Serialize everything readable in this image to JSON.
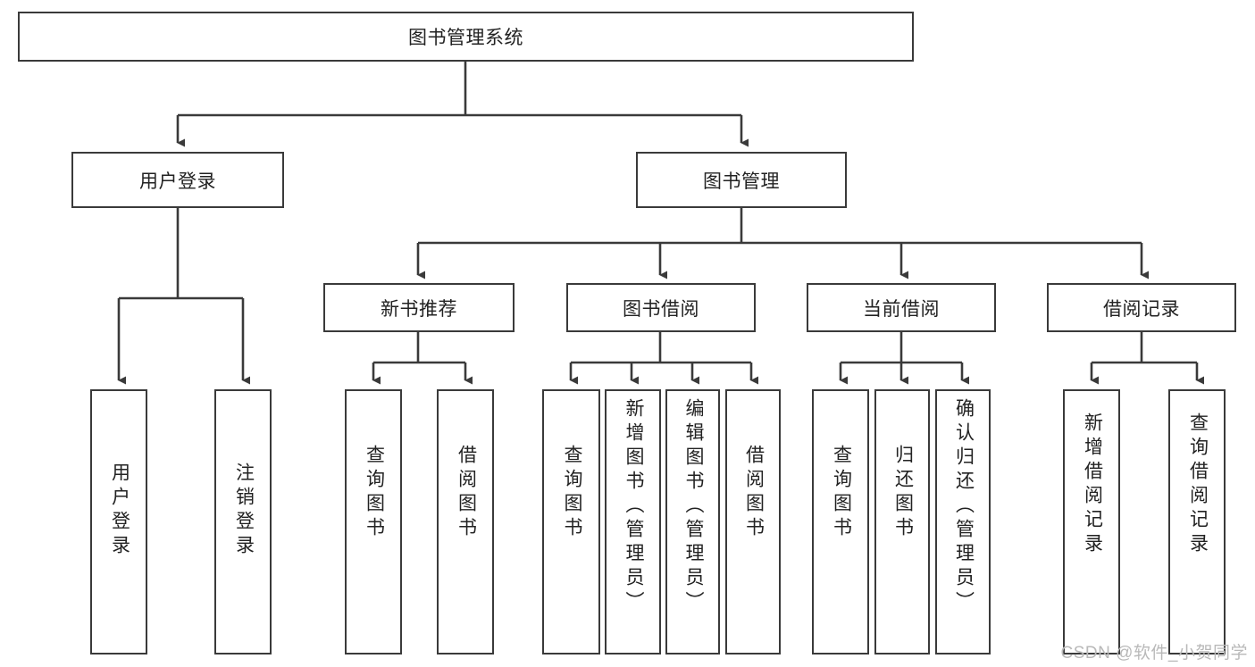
{
  "diagram": {
    "title": "图书管理系统",
    "root": {
      "label": "图书管理系统"
    },
    "level2": [
      {
        "label": "用户登录"
      },
      {
        "label": "图书管理"
      }
    ],
    "level3": [
      {
        "label": "新书推荐"
      },
      {
        "label": "图书借阅"
      },
      {
        "label": "当前借阅"
      },
      {
        "label": "借阅记录"
      }
    ],
    "leaves": {
      "user_login": [
        {
          "label": "用户登录"
        },
        {
          "label": "注销登录"
        }
      ],
      "new_book_recommend": [
        {
          "label": "查询图书"
        },
        {
          "label": "借阅图书"
        }
      ],
      "book_borrow": [
        {
          "label": "查询图书"
        },
        {
          "label": "新增图书（管理员）"
        },
        {
          "label": "编辑图书（管理员）"
        },
        {
          "label": "借阅图书"
        }
      ],
      "current_borrow": [
        {
          "label": "查询图书"
        },
        {
          "label": "归还图书"
        },
        {
          "label": "确认归还（管理员）"
        }
      ],
      "borrow_record": [
        {
          "label": "新增借阅记录"
        },
        {
          "label": "查询借阅记录"
        }
      ]
    }
  },
  "watermark": {
    "text": "CSDN @软件_小贺同学"
  },
  "colors": {
    "stroke": "#3a3a3a",
    "fill": "#ffffff",
    "text": "#222222",
    "watermark": "#b9b9b9"
  }
}
